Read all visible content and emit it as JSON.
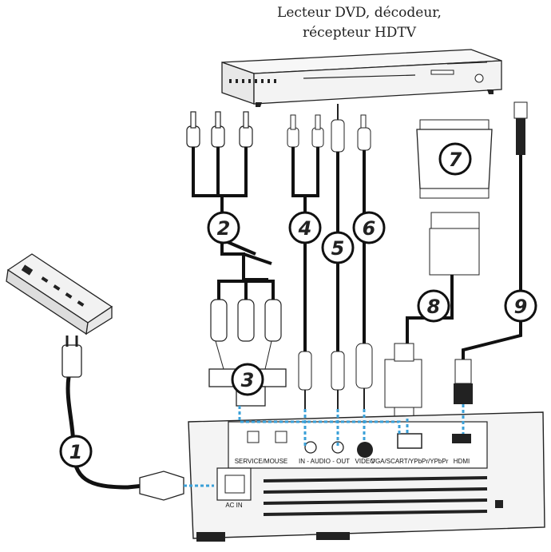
{
  "title": {
    "line1": "Lecteur DVD, décodeur,",
    "line2": "récepteur HDTV"
  },
  "callouts": [
    "1",
    "2",
    "3",
    "4",
    "5",
    "6",
    "7",
    "8",
    "9"
  ],
  "ports": {
    "service": "SERVICE/MOUSE",
    "audio": "IN - AUDIO - OUT",
    "video": "VIDEO",
    "vga": "VGA/SCART/YPbPr/YPbPr",
    "hdmi": "HDMI",
    "ac": "AC IN"
  },
  "colors": {
    "cable": "#111111",
    "callout_fill": "#ffffff",
    "link_dashed": "#3aa0d8",
    "device": "#f4f4f4"
  }
}
